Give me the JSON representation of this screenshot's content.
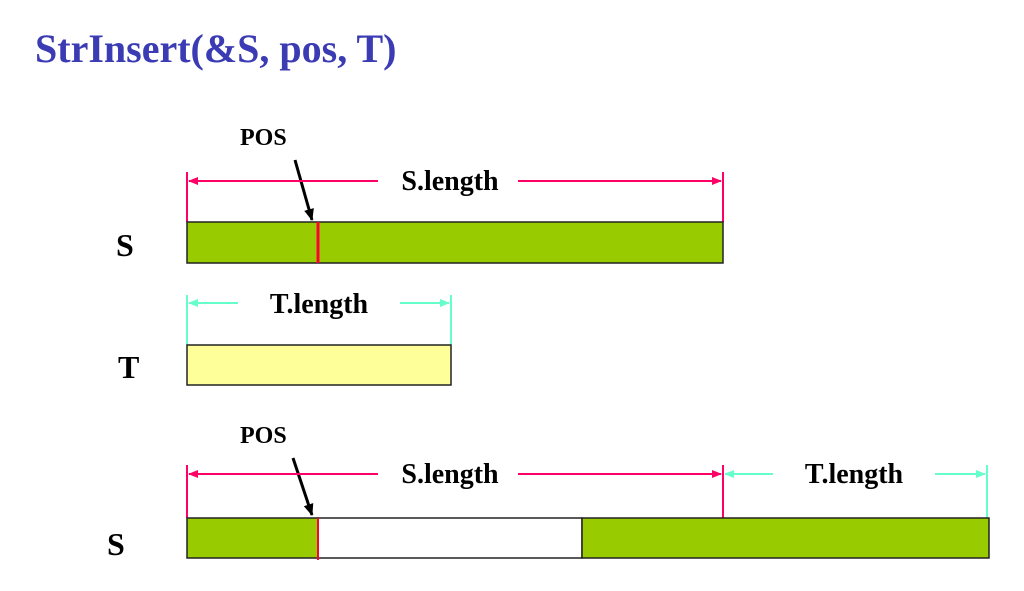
{
  "title": "StrInsert(&S, pos, T)",
  "colors": {
    "title": "#3b3bb3",
    "s_bar": "#99cc00",
    "t_bar": "#ffff99",
    "s_arrow": "#ff0066",
    "t_arrow": "#66ffcc",
    "pos_mark": "#ff0033"
  },
  "row1": {
    "name": "S",
    "pos_label": "POS",
    "length_label": "S.length"
  },
  "row2": {
    "name": "T",
    "length_label": "T.length"
  },
  "row3": {
    "name": "S",
    "pos_label": "POS",
    "s_length_label": "S.length",
    "t_length_label": "T.length"
  }
}
